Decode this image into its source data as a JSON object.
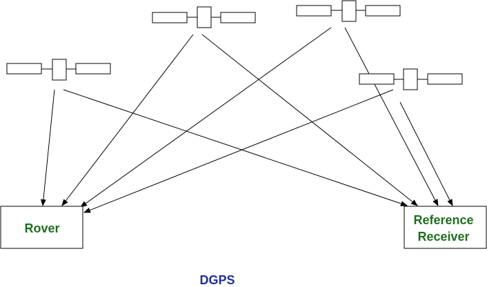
{
  "diagram": {
    "satellites": [
      {
        "id": "sat-1",
        "icon": "satellite-icon"
      },
      {
        "id": "sat-2",
        "icon": "satellite-icon"
      },
      {
        "id": "sat-3",
        "icon": "satellite-icon"
      },
      {
        "id": "sat-4",
        "icon": "satellite-icon"
      }
    ],
    "stations": {
      "rover": {
        "label": "Rover"
      },
      "reference": {
        "label_line1": "Reference",
        "label_line2": "Receiver"
      }
    },
    "signals": [
      {
        "from": "sat-1",
        "to": "rover"
      },
      {
        "from": "sat-1",
        "to": "reference"
      },
      {
        "from": "sat-2",
        "to": "rover"
      },
      {
        "from": "sat-2",
        "to": "reference"
      },
      {
        "from": "sat-3",
        "to": "rover"
      },
      {
        "from": "sat-3",
        "to": "reference"
      },
      {
        "from": "sat-4",
        "to": "rover"
      },
      {
        "from": "sat-4",
        "to": "reference"
      }
    ],
    "caption": "DGPS"
  },
  "colors": {
    "station_text": "#1e6e1e",
    "caption_text": "#1f2e9c",
    "lines": "#000000"
  }
}
